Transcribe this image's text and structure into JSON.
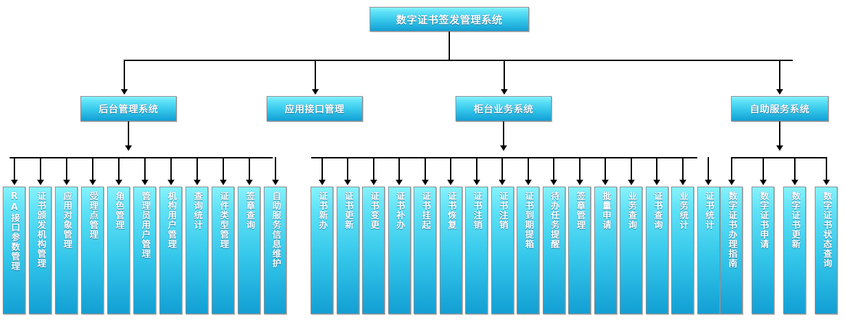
{
  "diagram": {
    "type": "org-chart",
    "title": "数字证书签发管理系统",
    "colors": {
      "node_gradient_top": "#86f2fb",
      "node_gradient_bottom": "#129fd4",
      "node_border": "#8d9096",
      "node_text": "#ffffff",
      "connector": "#000000",
      "background": "#ffffff"
    },
    "root": {
      "label": "数字证书签发管理系统"
    },
    "level2": [
      {
        "label": "后台管理系统"
      },
      {
        "label": "应用接口管理"
      },
      {
        "label": "柜台业务系统"
      },
      {
        "label": "自助服务系统"
      }
    ],
    "branch_backoffice": [
      {
        "label": "RA接口参数管理"
      },
      {
        "label": "证书颁发机构管理"
      },
      {
        "label": "应用对象管理"
      },
      {
        "label": "受理点管理"
      },
      {
        "label": "角色管理"
      },
      {
        "label": "管理员用户管理"
      },
      {
        "label": "机构用户管理"
      },
      {
        "label": "查询统计"
      },
      {
        "label": "证件类型管理"
      },
      {
        "label": "签章查询"
      },
      {
        "label": "自助服务信息维护"
      }
    ],
    "branch_counter": [
      {
        "label": "证书新办"
      },
      {
        "label": "证书更新"
      },
      {
        "label": "证书变更"
      },
      {
        "label": "证书补办"
      },
      {
        "label": "证书挂起"
      },
      {
        "label": "证书恢复"
      },
      {
        "label": "证书注销"
      },
      {
        "label": "证书注销"
      },
      {
        "label": "证书到期提箱"
      },
      {
        "label": "待办任务提醒"
      },
      {
        "label": "签章管理"
      },
      {
        "label": "批量申请"
      },
      {
        "label": "业务查询"
      },
      {
        "label": "证书查询"
      },
      {
        "label": "业务统计"
      },
      {
        "label": "证书统计"
      }
    ],
    "branch_selfservice": [
      {
        "label": "数字证书办理指南"
      },
      {
        "label": "数字证书申请"
      },
      {
        "label": "数字证书更新"
      },
      {
        "label": "数字证书状态查询"
      }
    ]
  }
}
